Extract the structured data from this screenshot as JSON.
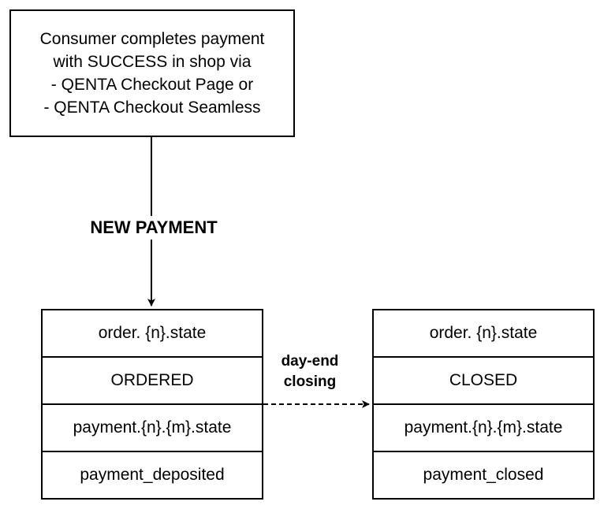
{
  "start": {
    "lines": [
      "Consumer completes payment",
      "with SUCCESS in shop via",
      "- QENTA Checkout Page or",
      "- QENTA Checkout Seamless"
    ]
  },
  "edges": {
    "new_payment": "NEW PAYMENT",
    "day_end_line1": "day-end",
    "day_end_line2": "closing"
  },
  "left_table": {
    "order_header": "order. {n}.state",
    "order_value": "ORDERED",
    "payment_header": "payment.{n}.{m}.state",
    "payment_value": "payment_deposited"
  },
  "right_table": {
    "order_header": "order. {n}.state",
    "order_value": "CLOSED",
    "payment_header": "payment.{n}.{m}.state",
    "payment_value": "payment_closed"
  }
}
